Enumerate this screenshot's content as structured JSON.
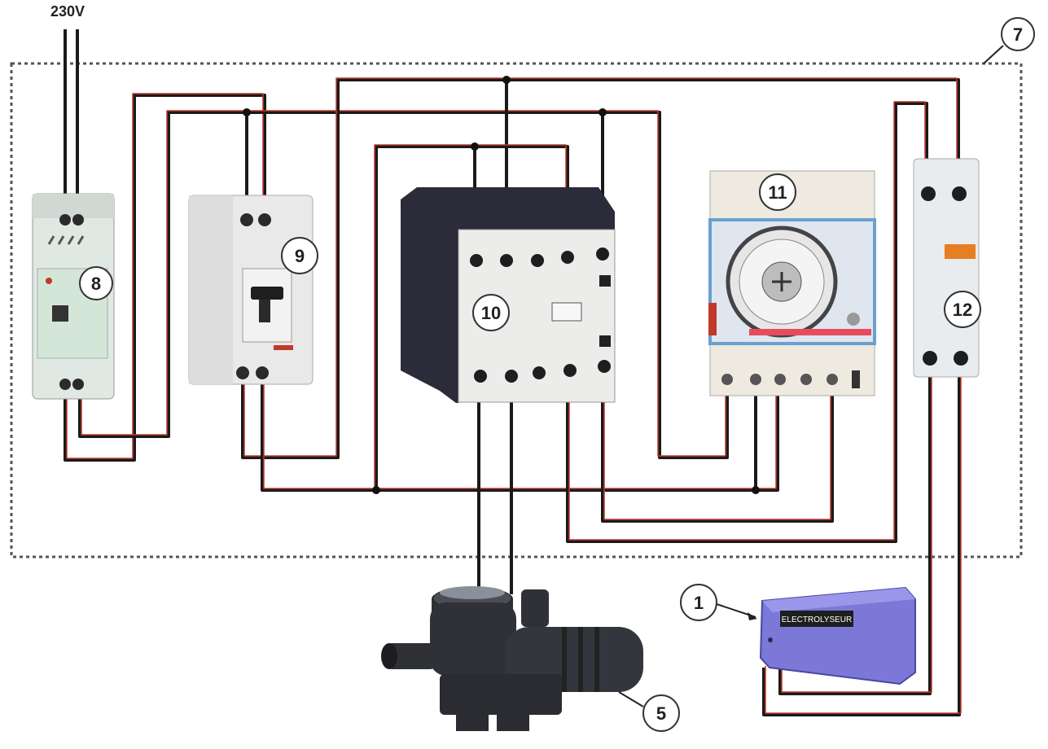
{
  "supply_label": "230V",
  "enclosure_number": "7",
  "components": {
    "power_supply": {
      "number": "8"
    },
    "breaker": {
      "number": "9"
    },
    "contactor": {
      "number": "10"
    },
    "timer": {
      "number": "11"
    },
    "relay": {
      "number": "12"
    },
    "electrolyser": {
      "number": "1",
      "label": "ELECTROLYSEUR"
    },
    "pump": {
      "number": "5"
    }
  },
  "colors": {
    "wire_black": "#1a1a1a",
    "wire_red": "#c0392b",
    "enclosure_border": "#555555",
    "electrolyser_body": "#7b78d8",
    "device_grey": "#e6e6e6",
    "contactor_body": "#2b2b3a"
  }
}
